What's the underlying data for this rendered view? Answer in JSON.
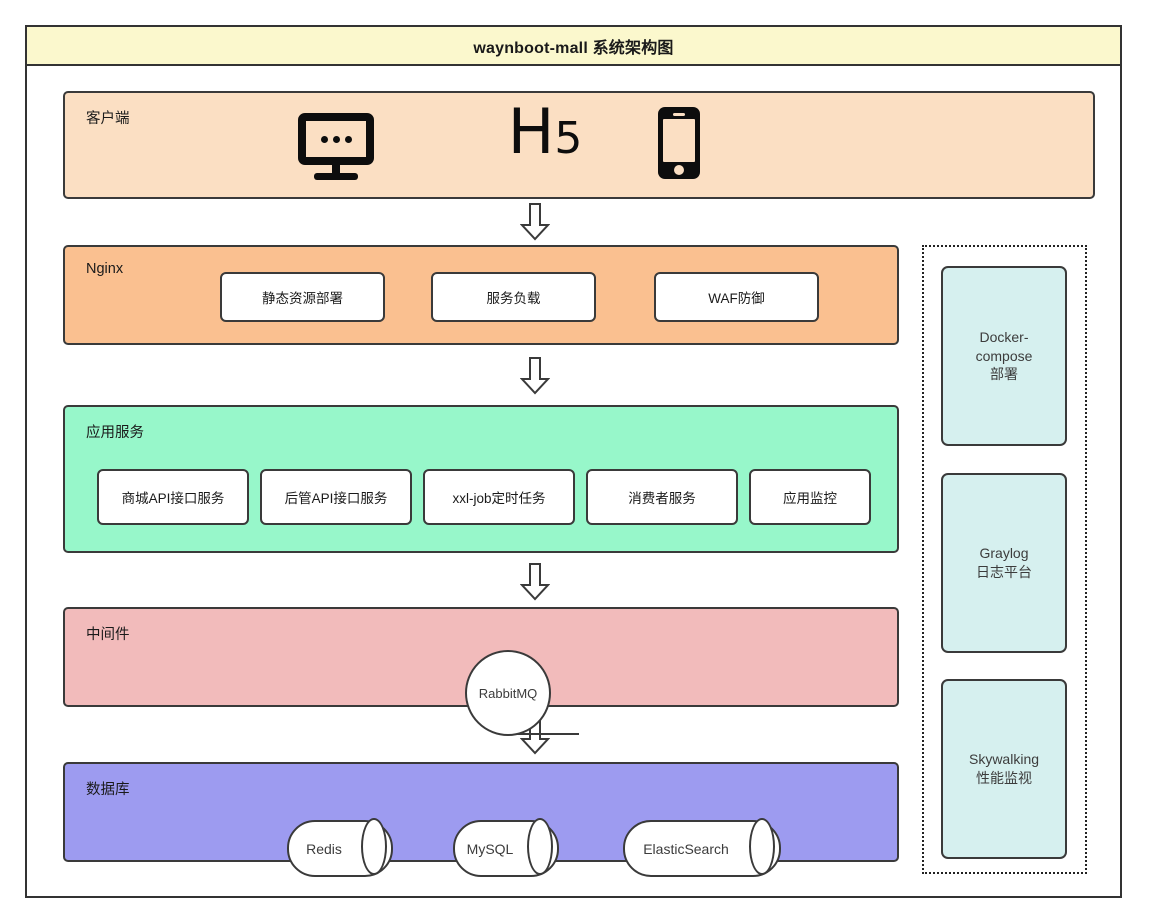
{
  "header": {
    "title": "waynboot-mall 系统架构图"
  },
  "layers": [
    {
      "id": "client",
      "label": "客户端",
      "color": "#fbdfc3",
      "icons": [
        {
          "name": "desktop-monitor-icon",
          "label": "desktop"
        },
        {
          "name": "h5-label",
          "label": "H5",
          "main": "H",
          "sub": "5"
        },
        {
          "name": "mobile-phone-icon",
          "label": "mobile"
        }
      ]
    },
    {
      "id": "nginx",
      "label": "Nginx",
      "color": "#fac090",
      "boxes": [
        {
          "label": "静态资源部署"
        },
        {
          "label": "服务负载"
        },
        {
          "label": "WAF防御"
        }
      ]
    },
    {
      "id": "app",
      "label": "应用服务",
      "color": "#97f7ca",
      "boxes": [
        {
          "label": "商城API接口服务"
        },
        {
          "label": "后管API接口服务"
        },
        {
          "label": "xxl-job定时任务"
        },
        {
          "label": "消费者服务"
        },
        {
          "label": "应用监控"
        }
      ]
    },
    {
      "id": "middleware",
      "label": "中间件",
      "color": "#f2bbbb",
      "nodes": [
        {
          "label": "RabbitMQ",
          "shape": "circle"
        }
      ]
    },
    {
      "id": "database",
      "label": "数据库",
      "color": "#9d9bf0",
      "nodes": [
        {
          "label": "Redis",
          "shape": "cylinder"
        },
        {
          "label": "MySQL",
          "shape": "cylinder"
        },
        {
          "label": "ElasticSearch",
          "shape": "cylinder"
        }
      ]
    }
  ],
  "arrows": [
    {
      "name": "arrow-client-to-nginx",
      "direction": "down"
    },
    {
      "name": "arrow-nginx-to-app",
      "direction": "down"
    },
    {
      "name": "arrow-app-to-middleware",
      "direction": "down"
    },
    {
      "name": "arrow-middleware-to-database",
      "direction": "down"
    }
  ],
  "ops": {
    "color": "#d6f0ef",
    "boxes": [
      {
        "label": "Docker-\ncompose\n部署"
      },
      {
        "label": "Graylog\n日志平台"
      },
      {
        "label": "Skywalking\n性能监视"
      }
    ]
  },
  "colors": {
    "title_band": "#fbf8cd",
    "client": "#fbdfc3",
    "nginx": "#fac090",
    "app": "#97f7ca",
    "middleware": "#f2bbbb",
    "database": "#9d9bf0",
    "ops": "#d6f0ef",
    "stroke": "#3a3a3a"
  }
}
